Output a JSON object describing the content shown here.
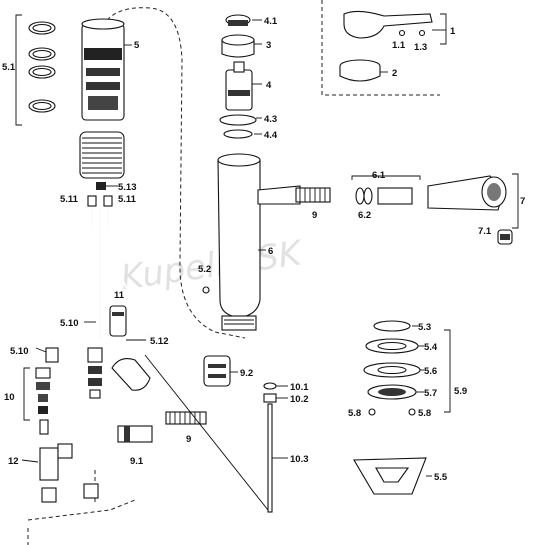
{
  "title": "",
  "watermark": "KupelneSK",
  "labels": {
    "p1": "1",
    "p1_1": "1.1",
    "p1_3": "1.3",
    "p2": "2",
    "p3": "3",
    "p4": "4",
    "p4_1": "4.1",
    "p4_3": "4.3",
    "p4_4": "4.4",
    "p5": "5",
    "p5_1": "5.1",
    "p5_2": "5.2",
    "p5_3": "5.3",
    "p5_4": "5.4",
    "p5_5": "5.5",
    "p5_6": "5.6",
    "p5_7": "5.7",
    "p5_8a": "5.8",
    "p5_8b": "5.8",
    "p5_9": "5.9",
    "p5_10a": "5.10",
    "p5_10b": "5.10",
    "p5_11a": "5.11",
    "p5_11b": "5.11",
    "p5_12": "5.12",
    "p5_13": "5.13",
    "p6": "6",
    "p6_1": "6.1",
    "p6_2": "6.2",
    "p7": "7",
    "p7_1": "7.1",
    "p9a": "9",
    "p9b": "9",
    "p9_1": "9.1",
    "p9_2": "9.2",
    "p10": "10",
    "p10_1": "10.1",
    "p10_2": "10.2",
    "p10_3": "10.3",
    "p11": "11",
    "p12": "12"
  }
}
